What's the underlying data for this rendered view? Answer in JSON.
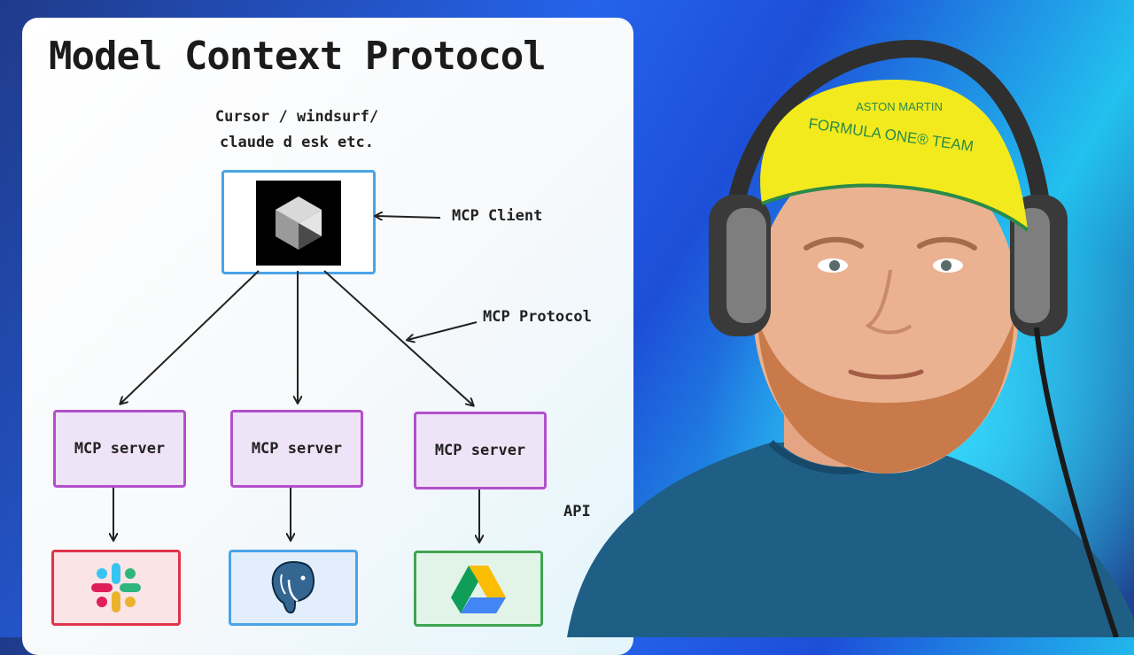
{
  "title": "Model Context Protocol",
  "client": {
    "caption_line1": "Cursor / windsurf/",
    "caption_line2": "claude d esk etc.",
    "annotation": "MCP Client",
    "logo_icon": "cursor-logo-icon"
  },
  "protocol_annotation": "MCP Protocol",
  "servers": [
    {
      "label": "MCP server"
    },
    {
      "label": "MCP server"
    },
    {
      "label": "MCP server"
    }
  ],
  "api_label": "API",
  "services": [
    {
      "icon": "slack-logo-icon",
      "color": "#e0344a"
    },
    {
      "icon": "postgresql-logo-icon",
      "color": "#4aa3e6"
    },
    {
      "icon": "google-drive-logo-icon",
      "color": "#3fa552"
    }
  ],
  "cap": {
    "line1": "ASTON MARTIN",
    "line2": "FORMULA ONE® TEAM",
    "color": "#f2ea1d"
  },
  "colors": {
    "client_border": "#4aa3e6",
    "server_border": "#b34fcc",
    "server_fill": "#efe3f7",
    "shirt": "#1f5f86"
  }
}
